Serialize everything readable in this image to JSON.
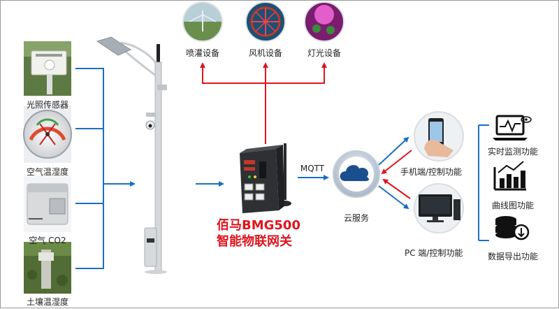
{
  "sensors": [
    {
      "label": "光照传感器"
    },
    {
      "label": "空气温湿度"
    },
    {
      "label": "空气 CO2"
    },
    {
      "label": "土壤温湿度"
    }
  ],
  "devices": [
    {
      "label": "喷灌设备"
    },
    {
      "label": "风机设备"
    },
    {
      "label": "灯光设备"
    }
  ],
  "gateway": {
    "line1": "佰马BMG500",
    "line2": "智能物联网关"
  },
  "protocol": "MQTT",
  "cloud": {
    "label": "云服务"
  },
  "clients": [
    {
      "label": "手机端/控制功能"
    },
    {
      "label": "PC 端/控制功能"
    }
  ],
  "functions": [
    {
      "label": "实时监测功能"
    },
    {
      "label": "曲线图功能"
    },
    {
      "label": "数据导出功能"
    }
  ],
  "colors": {
    "blue_arrow": "#1a6fc4",
    "red_arrow": "#e0141e",
    "gateway_text": "#e0141e"
  }
}
